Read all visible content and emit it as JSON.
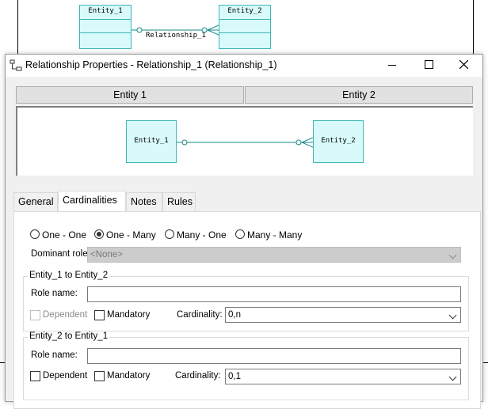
{
  "background_diagram": {
    "entity_1": "Entity_1",
    "entity_2": "Entity_2",
    "relationship_label": "Relationship_1"
  },
  "dialog": {
    "title": "Relationship Properties - Relationship_1 (Relationship_1)",
    "entity_tabs": [
      "Entity 1",
      "Entity 2"
    ],
    "preview": {
      "entity_1": "Entity_1",
      "entity_2": "Entity_2"
    },
    "tabs": [
      {
        "label": "General",
        "active": false
      },
      {
        "label": "Cardinalities",
        "active": true
      },
      {
        "label": "Notes",
        "active": false
      },
      {
        "label": "Rules",
        "active": false
      }
    ],
    "cardinality_options": [
      {
        "label": "One - One",
        "checked": false
      },
      {
        "label": "One - Many",
        "checked": true
      },
      {
        "label": "Many - One",
        "checked": false
      },
      {
        "label": "Many - Many",
        "checked": false
      }
    ],
    "dominant_role": {
      "label": "Dominant role:",
      "value": "<None>"
    },
    "group_1": {
      "title": "Entity_1 to Entity_2",
      "role_name_label": "Role name:",
      "role_name_value": "",
      "dependent_label": "Dependent",
      "dependent_checked": false,
      "mandatory_label": "Mandatory",
      "mandatory_checked": false,
      "cardinality_label": "Cardinality:",
      "cardinality_value": "0,n"
    },
    "group_2": {
      "title": "Entity_2 to Entity_1",
      "role_name_label": "Role name:",
      "role_name_value": "",
      "dependent_label": "Dependent",
      "dependent_checked": false,
      "mandatory_label": "Mandatory",
      "mandatory_checked": false,
      "cardinality_label": "Cardinality:",
      "cardinality_value": "0,1"
    }
  },
  "colors": {
    "entity_fill": "#d8fafa",
    "entity_border": "#3fb6b6",
    "link": "#138a8a"
  }
}
